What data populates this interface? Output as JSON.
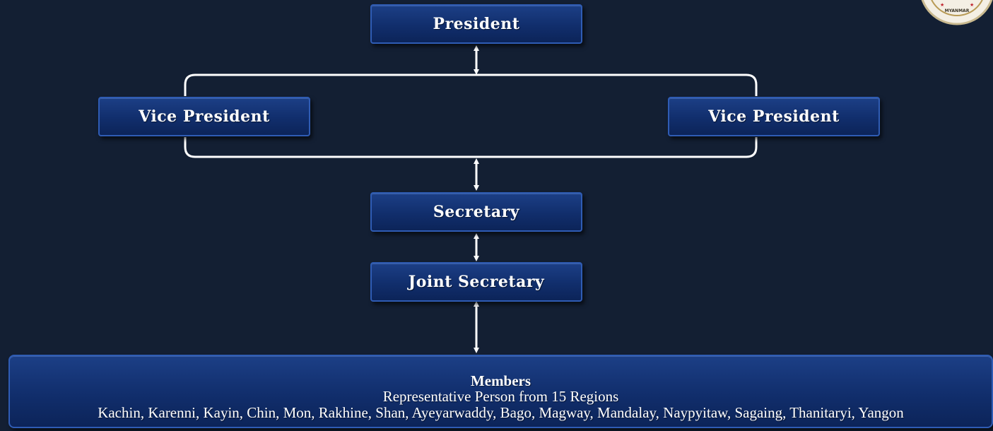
{
  "org_chart": {
    "president": "President",
    "vice_president_left": "Vice President",
    "vice_president_right": "Vice President",
    "secretary": "Secretary",
    "joint_secretary": "Joint Secretary",
    "members": {
      "title": "Members",
      "subtitle": "Representative Person from 15 Regions",
      "regions": "Kachin, Karenni, Kayin, Chin, Mon, Rakhine, Shan, Ayeyarwaddy, Bago, Magway, Mandalay, Naypyitaw, Sagaing, Thanitaryi, Yangon"
    }
  },
  "emblem": {
    "text": "MYANMAR"
  },
  "colors": {
    "background": "#131f33",
    "box_fill": "#112e6c",
    "box_border": "#2f5cb4",
    "connector": "#ffffff",
    "emblem_star": "#c0202a"
  }
}
